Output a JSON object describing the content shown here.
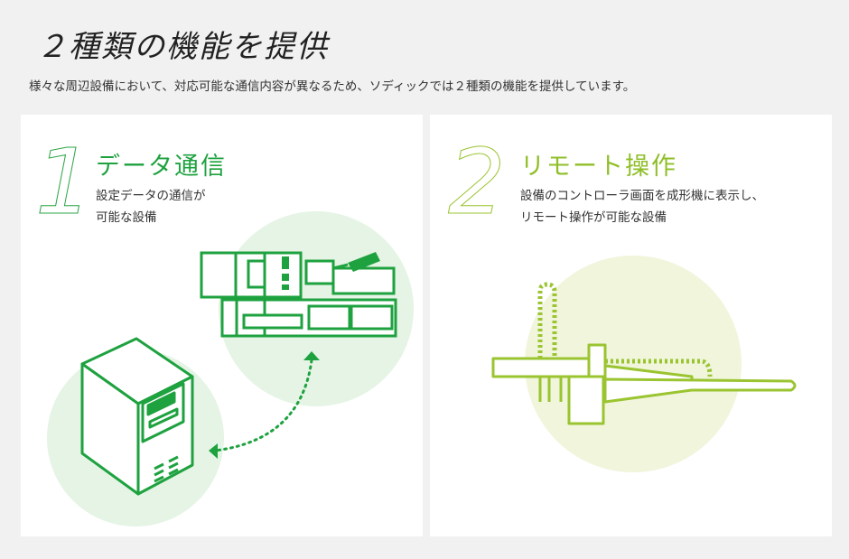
{
  "header": {
    "title": "２種類の機能を提供",
    "subtitle": "様々な周辺設備において、対応可能な通信内容が異なるため、ソディックでは２種類の機能を提供しています。"
  },
  "cards": [
    {
      "number": "1",
      "title": "データ通信",
      "desc_line1": "設定データの通信が",
      "desc_line2": "可能な設備"
    },
    {
      "number": "2",
      "title": "リモート操作",
      "desc_line1": "設備のコントローラ画面を成形機に表示し、",
      "desc_line2": "リモート操作が可能な設備"
    }
  ],
  "colors": {
    "background": "#f0f1f0",
    "card": "#ffffff",
    "green": "#1ea23f",
    "lime": "#8fbf28",
    "circle_green": "#e5f4e5",
    "circle_lime": "#f0f5dc"
  }
}
